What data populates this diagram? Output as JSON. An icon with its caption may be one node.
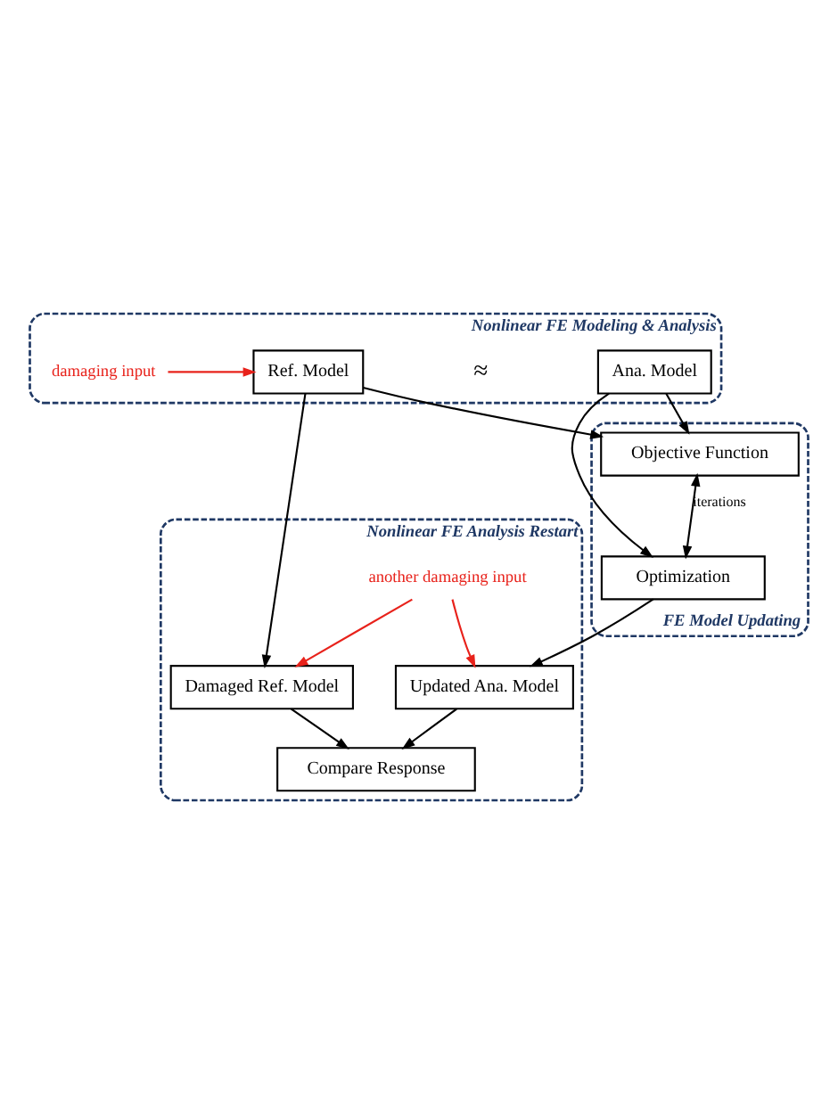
{
  "diagram": {
    "nodes": [
      {
        "text": [
          "Nonlinear FE Modeling & Analysis"
        ]
      },
      {
        "text": [
          "damaging input"
        ],
        "in": 0
      },
      {
        "text": [
          "Ref. Model"
        ],
        "in": 0
      },
      {
        "text": [
          "Ana. Model"
        ],
        "in": 0
      },
      {
        "text": [
          "FE Model Updating"
        ]
      },
      {
        "text": [
          "Objective Function"
        ],
        "in": 4
      },
      {
        "text": [
          "Optimization"
        ],
        "in": 4
      },
      {
        "text": [
          "Nonlinear FE Analysis Restart"
        ]
      },
      {
        "text": [
          "another damaging input"
        ],
        "in": 7
      },
      {
        "text": [
          "Damaged Ref. Model"
        ],
        "in": 7
      },
      {
        "text": [
          "Updated Ana. Model"
        ],
        "in": 7
      },
      {
        "text": [
          "Compare Response"
        ],
        "in": 7
      }
    ],
    "edges": [
      {
        "from": 1,
        "to": 2,
        "arrow": "to",
        "color": "#e8221b"
      },
      {
        "from": 2,
        "to": 5,
        "arrow": "to"
      },
      {
        "from": 3,
        "to": 5,
        "arrow": "to"
      },
      {
        "from": 3,
        "to": 6,
        "arrow": "to"
      },
      {
        "from": 5,
        "to": 6,
        "arrow": "both",
        "label": "iterations"
      },
      {
        "from": 2,
        "to": 9,
        "arrow": "to"
      },
      {
        "from": 6,
        "to": 10,
        "arrow": "to"
      },
      {
        "from": 8,
        "to": 9,
        "arrow": "to",
        "color": "#e8221b"
      },
      {
        "from": 8,
        "to": 10,
        "arrow": "to",
        "color": "#e8221b"
      },
      {
        "from": 9,
        "to": 11,
        "arrow": "to"
      },
      {
        "from": 10,
        "to": 11,
        "arrow": "to"
      }
    ],
    "labels": [
      "≈"
    ]
  }
}
